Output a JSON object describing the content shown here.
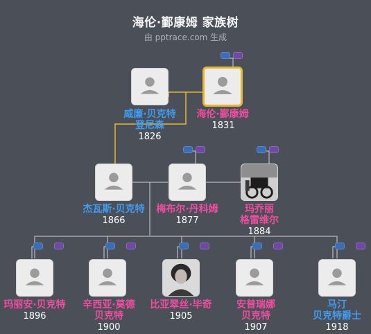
{
  "title": "海伦·鄞康姆 家族树",
  "subtitle": "由 pptrace.com 生成",
  "colors": {
    "background": "#4b4f57",
    "male": "#3f9cf2",
    "female": "#ef4da0",
    "highlight": "#e6b72e"
  },
  "people": {
    "william": {
      "name1": "威廉·贝克特",
      "name2": "登尼森",
      "year": "1826",
      "gender": "male"
    },
    "helen": {
      "name1": "海伦·鄞康姆",
      "name2": "",
      "year": "1831",
      "gender": "female"
    },
    "jervis": {
      "name1": "杰瓦斯·贝克特",
      "name2": "",
      "year": "1866",
      "gender": "male"
    },
    "mabel": {
      "name1": "梅布尔·丹科姆",
      "name2": "",
      "year": "1877",
      "gender": "female"
    },
    "margery": {
      "name1": "玛乔丽",
      "name2": "格雷维尔",
      "year": "1884",
      "gender": "female"
    },
    "marian": {
      "name1": "玛丽安·贝克特",
      "name2": "",
      "year": "1896",
      "gender": "female"
    },
    "cynthia": {
      "name1": "辛西亚·莫德",
      "name2": "贝克特",
      "year": "1900",
      "gender": "female"
    },
    "beatrice": {
      "name1": "比亚翠丝·毕奇",
      "name2": "",
      "year": "1905",
      "gender": "female"
    },
    "annabelle": {
      "name1": "安普瑞娜",
      "name2": "贝克特",
      "year": "1907",
      "gender": "female"
    },
    "martin": {
      "name1": "马汀",
      "name2": "贝克特爵士",
      "year": "1918",
      "gender": "male"
    }
  }
}
